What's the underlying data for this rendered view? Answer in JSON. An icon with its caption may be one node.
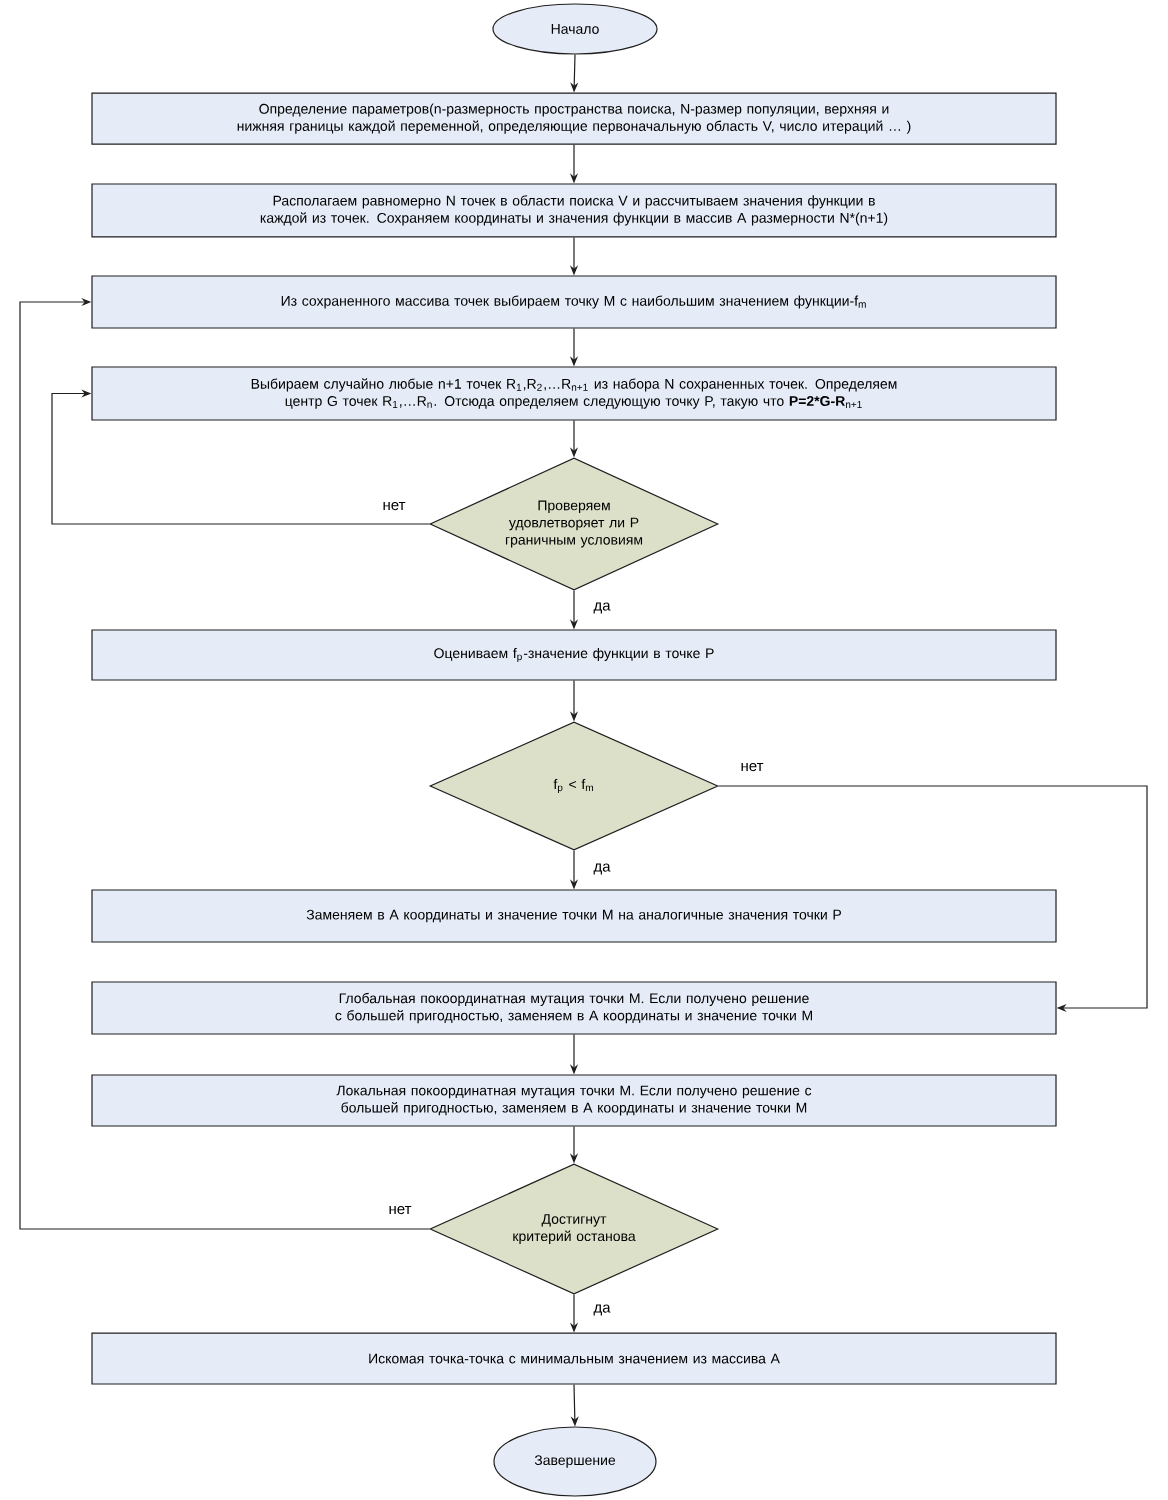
{
  "diagram": {
    "nodes": [
      {
        "text": [
          "Начало"
        ]
      },
      {
        "text": [
          "Определение параметров(n-размерность пространства поиска, N-размер популяции, верхняя и нижняя границы каждой переменной, определяющие первоначальную область V, число итераций … )"
        ]
      },
      {
        "text": [
          "Располагаем равномерно N точек в области поиска V и рассчитываем значения функции в каждой из точек. Сохраняем координаты и значения функции в массив A размерности N*(n+1)"
        ]
      },
      {
        "text": [
          "Из сохраненного массива точек выбираем точку M с наибольшим значением функции-f$_{m}$"
        ]
      },
      {
        "text": [
          "Выбираем случайно любые n+1 точек R$_{1}$,R$_{2}$,…R$_{n+1}$ из набора N сохраненных точек. Определяем центр G точек R$_{1}$,…R$_{n}$. Отсюда определяем следующую точку P, такую что **P=2*G-R**$_{n+1}$"
        ]
      },
      {
        "text": [
          "Проверяем удовлетворяет ли P граничным условиям"
        ]
      },
      {
        "text": [
          "Оцениваем f$_{p}$-значение функции в точке P"
        ]
      },
      {
        "text": [
          "f$_{p}$ < f$_{m}$"
        ]
      },
      {
        "text": [
          "Заменяем в A координаты и значение точки M на аналогичные значения точки P"
        ]
      },
      {
        "text": [
          "Глобальная покоординатная мутация точки M. Если получено решение с большей пригодностью, заменяем в A координаты и значение точки M"
        ]
      },
      {
        "text": [
          "Локальная покоординатная мутация точки M. Если получено решение с большей пригодностью, заменяем в A координаты и значение точки M"
        ]
      },
      {
        "text": [
          "Достигнут критерий останова"
        ]
      },
      {
        "text": [
          "Искомая точка-точка с минимальным значением из массива A"
        ]
      },
      {
        "text": [
          "Завершение"
        ]
      }
    ],
    "edges": [
      {
        "from": 0,
        "to": 1,
        "arrow": "to"
      },
      {
        "from": 1,
        "to": 2,
        "arrow": "to"
      },
      {
        "from": 2,
        "to": 3,
        "arrow": "to"
      },
      {
        "from": 3,
        "to": 4,
        "arrow": "to"
      },
      {
        "from": 4,
        "to": 5,
        "arrow": "to"
      },
      {
        "from": 5,
        "to": 4,
        "arrow": "to",
        "label": "нет"
      },
      {
        "from": 5,
        "to": 6,
        "arrow": "to",
        "label": "да"
      },
      {
        "from": 6,
        "to": 7,
        "arrow": "to"
      },
      {
        "from": 7,
        "to": 8,
        "arrow": "to",
        "label": "да"
      },
      {
        "from": 7,
        "to": 9,
        "arrow": "to",
        "label": "нет"
      },
      {
        "from": 9,
        "to": 10,
        "arrow": "to"
      },
      {
        "from": 10,
        "to": 11,
        "arrow": "to"
      },
      {
        "from": 11,
        "to": 3,
        "arrow": "to",
        "label": "нет"
      },
      {
        "from": 11,
        "to": 12,
        "arrow": "to",
        "label": "да"
      },
      {
        "from": 12,
        "to": 13,
        "arrow": "to"
      }
    ]
  }
}
